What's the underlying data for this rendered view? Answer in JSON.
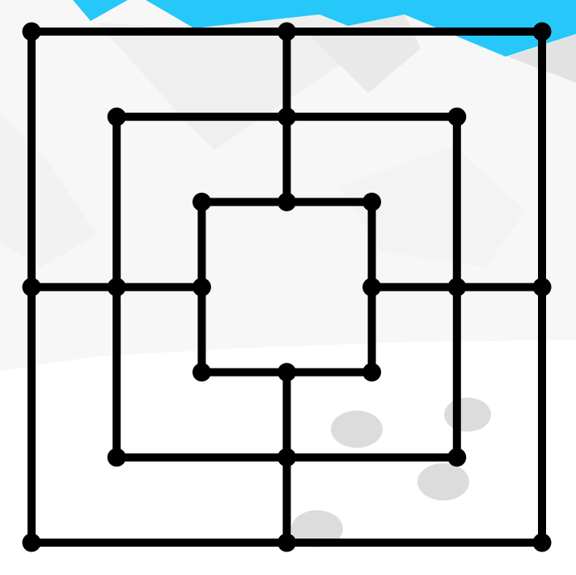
{
  "game": {
    "name": "nine-mens-morris",
    "board": {
      "color": "#000000",
      "rings": 3,
      "points_per_ring": 8,
      "cross_connections": [
        "top",
        "right",
        "bottom",
        "left"
      ]
    },
    "decorations": {
      "sky_color": "#25c8f8",
      "mountain_light": "#f7f7f7",
      "mountain_shade": "#eeeeee",
      "mountain_dark": "#e2e2e2",
      "snow": "#ffffff",
      "rock_color": "#dcdcdc",
      "rock_count": 4
    }
  }
}
